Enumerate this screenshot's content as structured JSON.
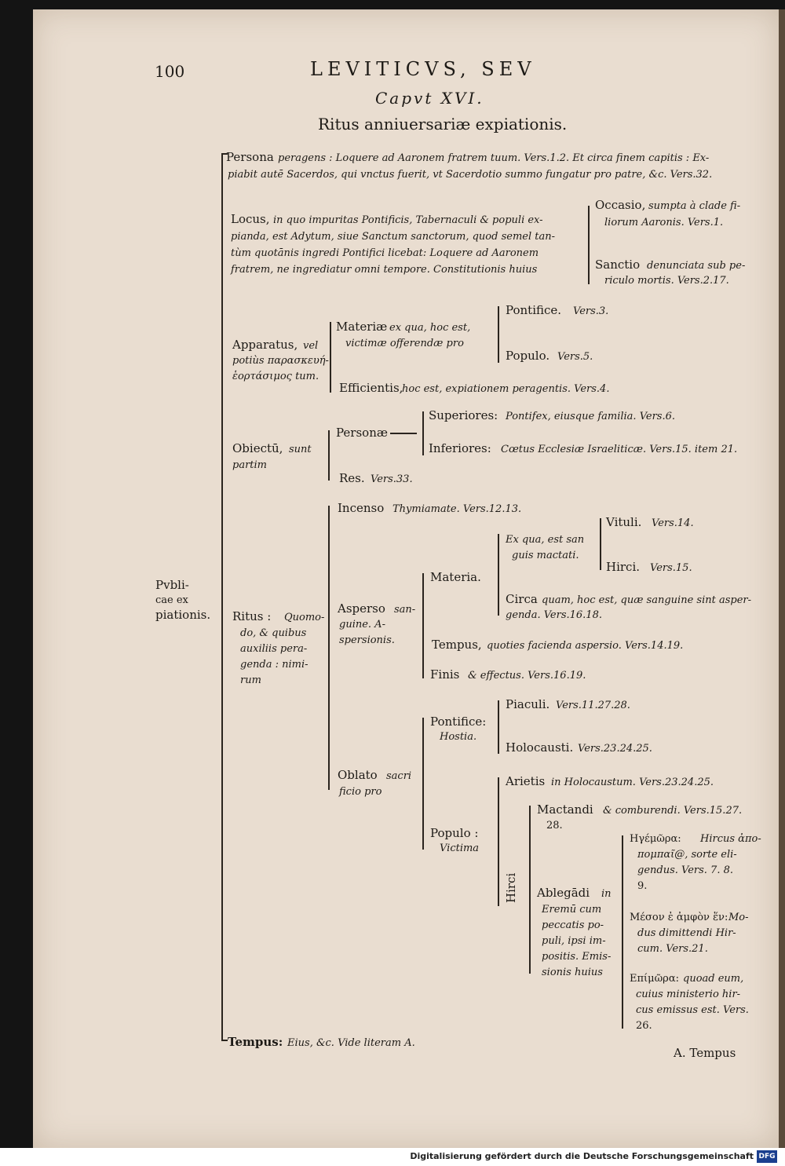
{
  "header": {
    "page_number": "100",
    "running_title": "LEVITICVS, SEV",
    "chapter": "Capvt XVI.",
    "section_title": "Ritus anniuersariæ expiationis."
  },
  "root": {
    "line1": "Pvbli-",
    "line2": "cae ex",
    "line3": "piationis."
  },
  "persona": {
    "line1_a": "Persona",
    "line1_b": "peragens : Loquere ad Aaronem fratrem tuum. Vers.1.2.  Et circa finem capitis : Ex-",
    "line2": "piabit autē Sacerdos, qui vnctus fuerit, vt Sacerdotio summo fungatur pro patre, &c. Vers.32."
  },
  "locus": {
    "line1_a": "Locus,",
    "line1_b": "in quo impuritas Pontificis, Tabernaculi & populi ex-",
    "line2": "pianda, est Adytum, siue Sanctum sanctorum, quod semel tan-",
    "line3": "tùm quotānis ingredi Pontifici licebat: Loquere ad Aaronem",
    "line4": "fratrem, ne ingrediatur omni tempore. Constitutionis huius",
    "occasio_a": "Occasio,",
    "occasio_b": "sumpta à clade fi-",
    "occasio_c": "liorum Aaronis. Vers.1.",
    "sanctio_a": "Sanctio",
    "sanctio_b": "denunciata sub pe-",
    "sanctio_c": "riculo mortis. Vers.2.17."
  },
  "apparatus": {
    "label_a": "Apparatus,",
    "label_b": "vel",
    "label_c": "potiùs παρασκευή-",
    "label_d": "ἑορτάσιμος tum.",
    "materiae_a": "Materiæ",
    "materiae_b": "ex qua, hoc est,",
    "materiae_c": "victimæ offerendæ pro",
    "pontifice": "Pontifice.",
    "pontifice_ref": "Vers.3.",
    "populo": "Populo.",
    "populo_ref": "Vers.5.",
    "efficientis_a": "Efficientis,",
    "efficientis_b": "hoc est, expiationem peragentis. Vers.4."
  },
  "obiectu": {
    "label_a": "Obiectū,",
    "label_b": "sunt",
    "label_c": "partim",
    "personae": "Personæ",
    "superiores_a": "Superiores:",
    "superiores_b": "Pontifex, eiusque familia. Vers.6.",
    "inferiores_a": "Inferiores:",
    "inferiores_b": "Cœtus Ecclesiæ Israeliticæ. Vers.15. item 21.",
    "res": "Res.",
    "res_ref": "Vers.33."
  },
  "ritus": {
    "label_a": "Ritus :",
    "label_b": "Quomo-",
    "label_c": "do, & quibus",
    "label_d": "auxiliis pera-",
    "label_e": "genda : nimi-",
    "label_f": "rum",
    "incenso_a": "Incenso",
    "incenso_b": "Thymiamate. Vers.12.13.",
    "asperso_a": "Asperso",
    "asperso_b": "san-",
    "asperso_c": "guine. A-",
    "asperso_d": "spersionis.",
    "materia": "Materia.",
    "exqua_a": "Ex qua, est san",
    "exqua_b": "guis mactati.",
    "vituli": "Vituli.",
    "vituli_ref": "Vers.14.",
    "hirci": "Hirci.",
    "hirci_ref": "Vers.15.",
    "circa_a": "Circa",
    "circa_b": "quam, hoc est, quæ sanguine sint asper-",
    "circa_c": "genda. Vers.16.18.",
    "tempus_a": "Tempus,",
    "tempus_b": "quoties facienda aspersio. Vers.14.19.",
    "finis_a": "Finis",
    "finis_b": "& effectus. Vers.16.19.",
    "oblato_a": "Oblato",
    "oblato_b": "sacri",
    "oblato_c": "ficio pro",
    "pontifice_a": "Pontifice:",
    "pontifice_b": "Hostia.",
    "piaculi": "Piaculi.",
    "piaculi_ref": "Vers.11.27.28.",
    "holocausti": "Holocausti.",
    "holocausti_ref": "Vers.23.24.25.",
    "arietis_a": "Arietis",
    "arietis_b": "in Holocaustum. Vers.23.24.25.",
    "populo_a": "Populo :",
    "populo_b": "Victima",
    "mactandi_a": "Mactandi",
    "mactandi_b": "& comburendi. Vers.15.27.",
    "mactandi_c": "28.",
    "hirci_vertical": "Hirci",
    "ablegadi_a": "Ablegādi",
    "ablegadi_b": "in",
    "ablegadi_c": "Eremū cum",
    "ablegadi_d": "peccatis po-",
    "ablegadi_e": "puli, ipsi im-",
    "ablegadi_f": "positis. Emis-",
    "ablegadi_g": "sionis huius",
    "hyg_a": "Ηγέμῶρα:",
    "hyg_b": "Hircus ἀπο-",
    "hyg_c": "πομπαῖ@, sorte eli-",
    "hyg_d": "gendus. Vers. 7. 8.",
    "hyg_e": "9.",
    "meson_a": "Μέσον ἐ ἀμφὸν ἕν:",
    "meson_b": "Mo-",
    "meson_c": "dus dimittendi Hir-",
    "meson_d": "cum. Vers.21.",
    "epi_a": "Επίμῶρα:",
    "epi_b": "quoad eum,",
    "epi_c": "cuius ministerio hir-",
    "epi_d": "cus emissus est. Vers.",
    "epi_e": "26."
  },
  "tempus": {
    "label": "Tempus:",
    "text": "Eius, &c. Vide literam A."
  },
  "catchword": "A. Tempus",
  "footer": {
    "text": "Digitalisierung gefördert durch die Deutsche Forschungsgemeinschaft",
    "logo": "DFG"
  }
}
